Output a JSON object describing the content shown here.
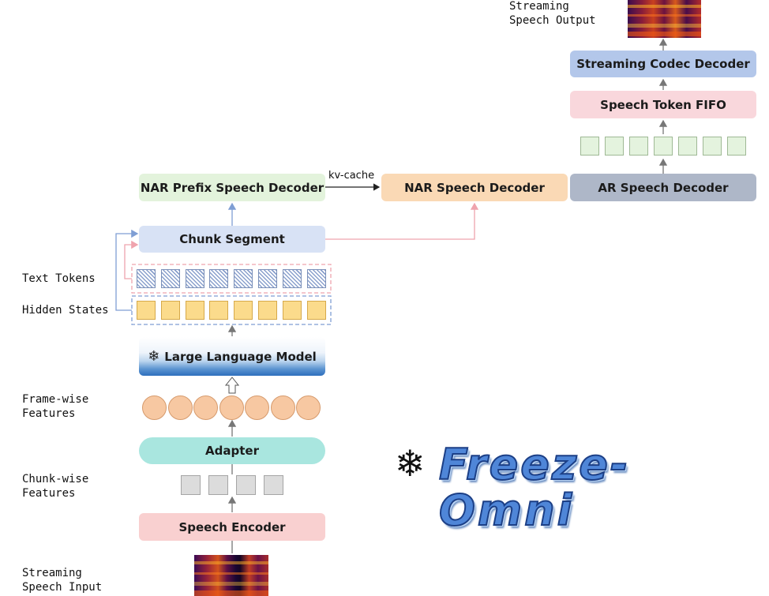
{
  "labels": {
    "streaming_output": [
      "Streaming",
      "Speech Output"
    ],
    "text_tokens": "Text Tokens",
    "hidden_states": "Hidden States",
    "frame_wise": [
      "Frame-wise",
      "Features"
    ],
    "chunk_wise": [
      "Chunk-wise",
      "Features"
    ],
    "streaming_input": [
      "Streaming",
      "Speech Input"
    ],
    "kv_cache": "kv-cache"
  },
  "boxes": {
    "streaming_codec_decoder": "Streaming Codec Decoder",
    "speech_token_fifo": "Speech Token FIFO",
    "nar_prefix_speech_decoder": "NAR Prefix Speech Decoder",
    "nar_speech_decoder": "NAR Speech Decoder",
    "ar_speech_decoder": "AR Speech Decoder",
    "chunk_segment": "Chunk Segment",
    "large_language_model": "Large Language Model",
    "adapter": "Adapter",
    "speech_encoder": "Speech Encoder"
  },
  "logo": {
    "text": "Freeze-Omni"
  },
  "counts": {
    "text_tokens": 8,
    "hidden_states": 8,
    "speech_tokens": 7,
    "frame_features": 7,
    "chunk_features": 4
  },
  "colors": {
    "codec": "#b3c7ea",
    "fifo": "#f9d7dc",
    "nar_prefix": "#e3f3dc",
    "nar": "#fad9b5",
    "ar": "#aeb7c8",
    "chunk": "#d8e2f5",
    "adapter": "#a9e6df",
    "encoder": "#f9d0d0",
    "blue_line": "#7f9ed4",
    "pink_line": "#efa3ad",
    "gray_arrow": "#777777"
  }
}
